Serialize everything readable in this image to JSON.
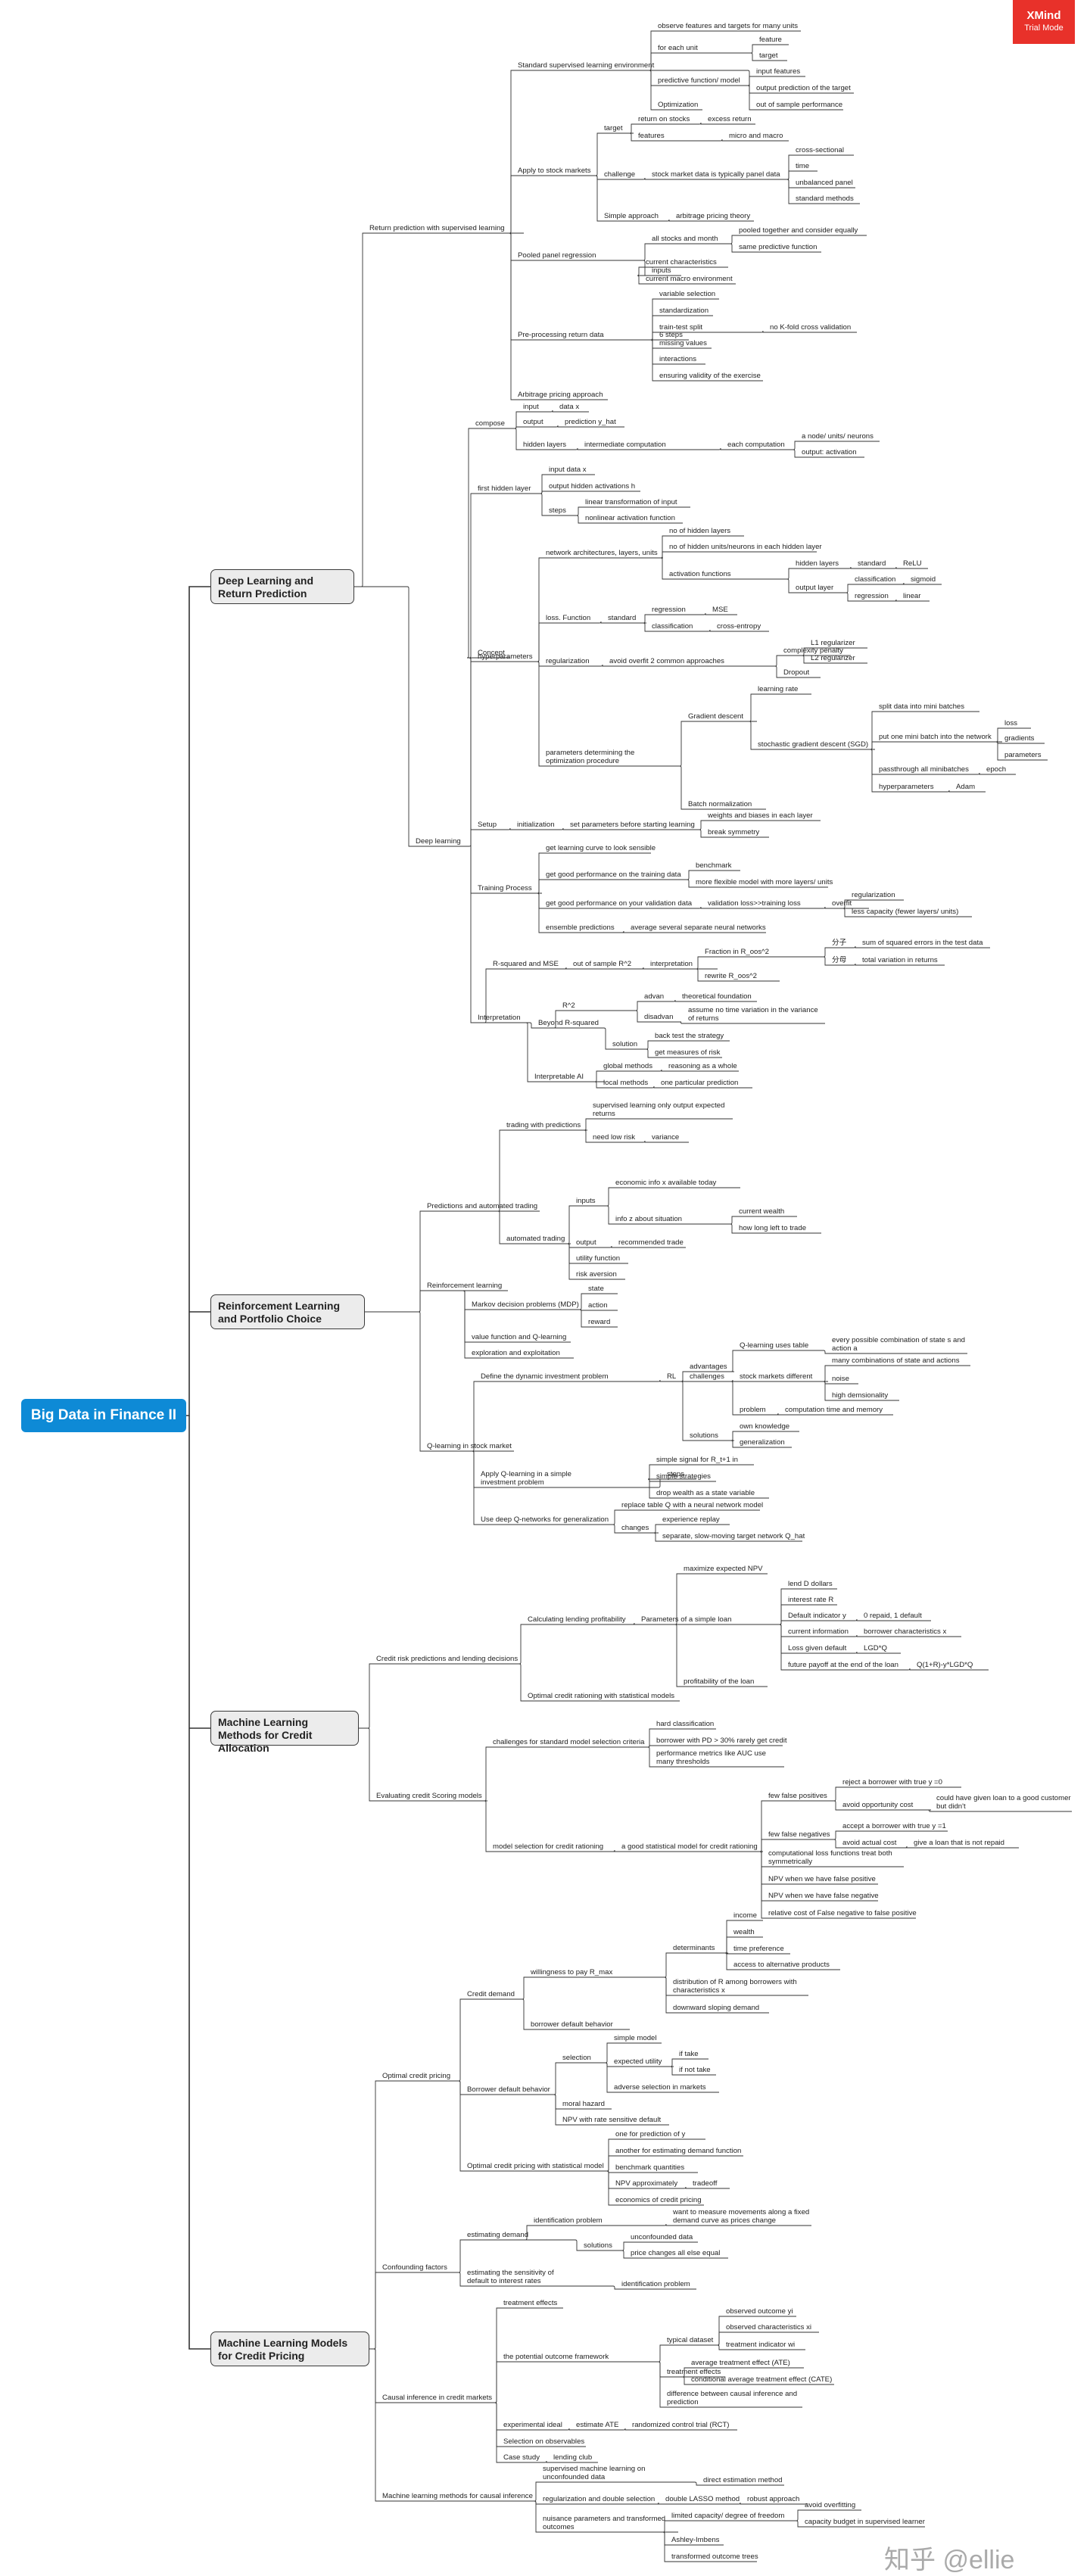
{
  "badge": {
    "brand": "XMind",
    "mode": "Trial Mode"
  },
  "watermark": "知乎 @ellie",
  "root": "Big Data in Finance II",
  "mains": [
    {
      "id": "m1",
      "text": "Deep Learning and Return Prediction"
    },
    {
      "id": "m2",
      "text": "Reinforcement Learning and Portfolio Choice"
    },
    {
      "id": "m3",
      "text": "Machine Learning Methods for Credit Allocation"
    },
    {
      "id": "m4",
      "text": "Machine Learning Models for Credit Pricing"
    }
  ],
  "nodes": [
    [
      "a1",
      "Return prediction with supervised learning"
    ],
    [
      "a2",
      "Standard supervised learning environment"
    ],
    [
      "a3",
      "observe features and targets for many units"
    ],
    [
      "a4",
      "for each unit"
    ],
    [
      "a5",
      "feature"
    ],
    [
      "a6",
      "target"
    ],
    [
      "a7",
      "predictive function/ model"
    ],
    [
      "a8",
      "input features"
    ],
    [
      "a9",
      "output prediction of the target"
    ],
    [
      "a10",
      "Optimization"
    ],
    [
      "a11",
      "out of sample performance"
    ],
    [
      "a12",
      "Apply to stock markets"
    ],
    [
      "a13",
      "target"
    ],
    [
      "a14",
      "return on stocks"
    ],
    [
      "a15",
      "excess return"
    ],
    [
      "a16",
      "features"
    ],
    [
      "a17",
      "micro and macro"
    ],
    [
      "a18",
      "challenge"
    ],
    [
      "a19",
      "stock market data is typically panel data"
    ],
    [
      "a20",
      "cross-sectional"
    ],
    [
      "a21",
      "time"
    ],
    [
      "a22",
      "unbalanced panel"
    ],
    [
      "a23",
      "standard methods"
    ],
    [
      "a24",
      "Simple approach"
    ],
    [
      "a25",
      "arbitrage pricing theory"
    ],
    [
      "a26",
      "Pooled panel regression"
    ],
    [
      "a27",
      "all stocks and month"
    ],
    [
      "a28",
      "pooled together and consider equally"
    ],
    [
      "a29",
      "same predictive function"
    ],
    [
      "a30",
      "inputs"
    ],
    [
      "a31",
      "current characteristics"
    ],
    [
      "a32",
      "current macro environment"
    ],
    [
      "a33",
      "Pre-processing return data"
    ],
    [
      "a34",
      "6 steps"
    ],
    [
      "a35",
      "variable selection"
    ],
    [
      "a36",
      "standardization"
    ],
    [
      "a37",
      "train-test split"
    ],
    [
      "a38",
      "no K-fold cross validation"
    ],
    [
      "a39",
      "missing values"
    ],
    [
      "a40",
      "interactions"
    ],
    [
      "a41",
      "ensuring validity of the exercise"
    ],
    [
      "a42",
      "Arbitrage pricing approach"
    ],
    [
      "b1",
      "Deep learning"
    ],
    [
      "b2",
      "Concept"
    ],
    [
      "b3",
      "compose"
    ],
    [
      "b4",
      "input"
    ],
    [
      "b5",
      "data x"
    ],
    [
      "b6",
      "output"
    ],
    [
      "b7",
      "prediction y_hat"
    ],
    [
      "b8",
      "hidden layers"
    ],
    [
      "b9",
      "intermediate computation"
    ],
    [
      "b10",
      "each computation"
    ],
    [
      "b11",
      "a node/ units/ neurons"
    ],
    [
      "b12",
      "output: activation"
    ],
    [
      "b13",
      "first hidden layer"
    ],
    [
      "b14",
      "input data x"
    ],
    [
      "b15",
      "output hidden activations h"
    ],
    [
      "b16",
      "steps"
    ],
    [
      "b17",
      "linear transformation of input"
    ],
    [
      "b18",
      "nonlinear activation function"
    ],
    [
      "b19",
      "hyperparameters"
    ],
    [
      "b20",
      "network architectures, layers, units"
    ],
    [
      "b21",
      "no of hidden layers"
    ],
    [
      "b22",
      "no of hidden units/neurons in each hidden layer"
    ],
    [
      "b23",
      "activation functions"
    ],
    [
      "b24",
      "hidden layers"
    ],
    [
      "b25",
      "standard"
    ],
    [
      "b26",
      "ReLU"
    ],
    [
      "b27",
      "output layer"
    ],
    [
      "b28",
      "classification"
    ],
    [
      "b29",
      "sigmoid"
    ],
    [
      "b30",
      "regression"
    ],
    [
      "b31",
      "linear"
    ],
    [
      "b32",
      "loss. Function"
    ],
    [
      "b33",
      "standard"
    ],
    [
      "b34",
      "regression"
    ],
    [
      "b35",
      "MSE"
    ],
    [
      "b36",
      "classification"
    ],
    [
      "b37",
      "cross-entropy"
    ],
    [
      "b38",
      "regularization"
    ],
    [
      "b39",
      "avoid overfit 2 common approaches"
    ],
    [
      "b40",
      "complexity penalty"
    ],
    [
      "b41",
      "L1 regularizer"
    ],
    [
      "b42",
      "L2 regularizer"
    ],
    [
      "b43",
      "Dropout"
    ],
    [
      "b44",
      "parameters determining the optimization procedure"
    ],
    [
      "b45",
      "Gradient descent"
    ],
    [
      "b46",
      "learning rate"
    ],
    [
      "b47",
      "stochastic gradient descent (SGD)"
    ],
    [
      "b48",
      "split data into mini batches"
    ],
    [
      "b49",
      "put one mini batch into the network"
    ],
    [
      "b50",
      "loss"
    ],
    [
      "b51",
      "gradients"
    ],
    [
      "b52",
      "parameters"
    ],
    [
      "b53",
      "passthrough all minibatches"
    ],
    [
      "b54",
      "epoch"
    ],
    [
      "b55",
      "hyperparameters"
    ],
    [
      "b56",
      "Adam"
    ],
    [
      "b57",
      "Batch normalization"
    ],
    [
      "b58",
      "Setup"
    ],
    [
      "b59",
      "initialization"
    ],
    [
      "b60",
      "set parameters before starting learning"
    ],
    [
      "b61",
      "weights and biases in each layer"
    ],
    [
      "b62",
      "break symmetry"
    ],
    [
      "b63",
      "Training Process"
    ],
    [
      "b64",
      "get learning curve to look sensible"
    ],
    [
      "b65",
      "get good performance on the training data"
    ],
    [
      "b66",
      "benchmark"
    ],
    [
      "b67",
      "more flexible model with more layers/ units"
    ],
    [
      "b68",
      "get good performance on your validation data"
    ],
    [
      "b69",
      "validation loss>>training loss"
    ],
    [
      "b70",
      "overfit"
    ],
    [
      "b71",
      "regularization"
    ],
    [
      "b72",
      "less capacity (fewer layers/ units)"
    ],
    [
      "b73",
      "ensemble predictions"
    ],
    [
      "b74",
      "average several separate neural networks"
    ],
    [
      "b75",
      "Interpretation"
    ],
    [
      "b76",
      "R-squared and MSE"
    ],
    [
      "b77",
      "out of sample R^2"
    ],
    [
      "b78",
      "interpretation"
    ],
    [
      "b79",
      "Fraction in R_oos^2"
    ],
    [
      "b80",
      "分子"
    ],
    [
      "b81",
      "sum of squared errors in the test data"
    ],
    [
      "b82",
      "分母"
    ],
    [
      "b83",
      "total variation in returns"
    ],
    [
      "b84",
      "rewrite R_oos^2"
    ],
    [
      "b85",
      "Beyond R-squared"
    ],
    [
      "b86",
      "R^2"
    ],
    [
      "b87",
      "advan"
    ],
    [
      "b88",
      "theoretical foundation"
    ],
    [
      "b89",
      "disadvan"
    ],
    [
      "b90",
      "assume no time variation in the variance of returns"
    ],
    [
      "b91",
      "solution"
    ],
    [
      "b92",
      "back test the strategy"
    ],
    [
      "b93",
      "get measures of risk"
    ],
    [
      "b94",
      "Interpretable AI"
    ],
    [
      "b95",
      "global methods"
    ],
    [
      "b96",
      "reasoning as a whole"
    ],
    [
      "b97",
      "local methods"
    ],
    [
      "b98",
      "one particular prediction"
    ],
    [
      "c1",
      "Predictions and automated trading"
    ],
    [
      "c2",
      "trading with predictions"
    ],
    [
      "c3",
      "supervised learning only output expected returns"
    ],
    [
      "c4",
      "need low risk"
    ],
    [
      "c5",
      "variance"
    ],
    [
      "c6",
      "automated trading"
    ],
    [
      "c7",
      "inputs"
    ],
    [
      "c8",
      "economic info x available today"
    ],
    [
      "c9",
      "info z about situation"
    ],
    [
      "c10",
      "current wealth"
    ],
    [
      "c11",
      "how long left to trade"
    ],
    [
      "c12",
      "output"
    ],
    [
      "c13",
      "recommended trade"
    ],
    [
      "c14",
      "utility function"
    ],
    [
      "c15",
      "risk aversion"
    ],
    [
      "c16",
      "Reinforcement learning"
    ],
    [
      "c17",
      "Markov decision problems (MDP)"
    ],
    [
      "c18",
      "state"
    ],
    [
      "c19",
      "action"
    ],
    [
      "c20",
      "reward"
    ],
    [
      "c21",
      "value function and Q-learning"
    ],
    [
      "c22",
      "exploration and exploitation"
    ],
    [
      "c23",
      "Q-learning in stock market"
    ],
    [
      "c24",
      "Define the dynamic investment problem"
    ],
    [
      "c25",
      "RL"
    ],
    [
      "c26",
      "advantages"
    ],
    [
      "c27",
      "Q-learning uses table"
    ],
    [
      "c28",
      "every possible combination of state s and action a"
    ],
    [
      "c29",
      "challenges"
    ],
    [
      "c30",
      "stock markets different"
    ],
    [
      "c31",
      "many combinations of state and actions"
    ],
    [
      "c32",
      "noise"
    ],
    [
      "c33",
      "high demsionality"
    ],
    [
      "c34",
      "problem"
    ],
    [
      "c35",
      "computation time and memory"
    ],
    [
      "c36",
      "solutions"
    ],
    [
      "c37",
      "own knowledge"
    ],
    [
      "c38",
      "generalization"
    ],
    [
      "c39",
      "Apply Q-learning in a simple investment problem"
    ],
    [
      "c40",
      "steps"
    ],
    [
      "c41",
      "simple signal for R_t+1 in"
    ],
    [
      "c42",
      "simple strategies"
    ],
    [
      "c43",
      "drop wealth as a state variable"
    ],
    [
      "c44",
      "Use deep Q-networks for generalization"
    ],
    [
      "c45",
      "replace table Q with a neural network model"
    ],
    [
      "c46",
      "changes"
    ],
    [
      "c47",
      "experience replay"
    ],
    [
      "c48",
      "separate, slow-moving target network Q_hat"
    ],
    [
      "d1",
      "Credit risk predictions and lending decisions"
    ],
    [
      "d2",
      "Calculating lending profitability"
    ],
    [
      "d3",
      "maximize expected NPV"
    ],
    [
      "d4",
      "Parameters of a simple loan"
    ],
    [
      "d5",
      "lend D dollars"
    ],
    [
      "d6",
      "interest rate R"
    ],
    [
      "d7",
      "Default indicator y"
    ],
    [
      "d8",
      "0 repaid, 1 default"
    ],
    [
      "d9",
      "current information"
    ],
    [
      "d10",
      "borrower characteristics x"
    ],
    [
      "d11",
      "Loss given default"
    ],
    [
      "d12",
      "LGD*Q"
    ],
    [
      "d13",
      "future payoff at the end of the loan"
    ],
    [
      "d14",
      "Q(1+R)-y*LGD*Q"
    ],
    [
      "d15",
      "profitability of the loan"
    ],
    [
      "d16",
      "Optimal credit rationing with statistical models"
    ],
    [
      "d17",
      "Evaluating credit Scoring models"
    ],
    [
      "d18",
      "challenges for standard model selection criteria"
    ],
    [
      "d19",
      "hard classification"
    ],
    [
      "d20",
      "borrower with PD > 30% rarely get credit"
    ],
    [
      "d21",
      "performance metrics like AUC use many thresholds"
    ],
    [
      "d22",
      "model selection for credit rationing"
    ],
    [
      "d23",
      "a good statistical model for credit rationing"
    ],
    [
      "d24",
      "few false positives"
    ],
    [
      "d25",
      "reject a borrower with true y =0"
    ],
    [
      "d26",
      "avoid opportunity cost"
    ],
    [
      "d27",
      "could have given loan to a good customer but didn't"
    ],
    [
      "d28",
      "few false negatives"
    ],
    [
      "d29",
      "accept a borrower with true y =1"
    ],
    [
      "d30",
      "avoid actual cost"
    ],
    [
      "d31",
      "give a loan that is not repaid"
    ],
    [
      "d32",
      "computational loss functions treat both symmetrically"
    ],
    [
      "d33",
      "NPV when we have false positive"
    ],
    [
      "d34",
      "NPV when we have false negative"
    ],
    [
      "d35",
      "relative cost of False negative to false positive"
    ],
    [
      "e1",
      "Optimal credit pricing"
    ],
    [
      "e2",
      "Credit demand"
    ],
    [
      "e3",
      "willingness to pay R_max"
    ],
    [
      "e4",
      "determinants"
    ],
    [
      "e5",
      "income"
    ],
    [
      "e6",
      "wealth"
    ],
    [
      "e7",
      "time preference"
    ],
    [
      "e8",
      "access to alternative products"
    ],
    [
      "e9",
      "distribution of R among borrowers with characteristics x"
    ],
    [
      "e10",
      "downward sloping demand"
    ],
    [
      "e11",
      "borrower default behavior"
    ],
    [
      "e12",
      "Borrower default behavior"
    ],
    [
      "e13",
      "selection"
    ],
    [
      "e14",
      "simple model"
    ],
    [
      "e15",
      "expected utility"
    ],
    [
      "e16",
      "if take"
    ],
    [
      "e17",
      "if not take"
    ],
    [
      "e18",
      "adverse selection in markets"
    ],
    [
      "e19",
      "moral hazard"
    ],
    [
      "e20",
      "NPV with rate sensitive default"
    ],
    [
      "e21",
      "Optimal credit pricing with statistical model"
    ],
    [
      "e22",
      "one for prediction of y"
    ],
    [
      "e23",
      "another for estimating demand function"
    ],
    [
      "e24",
      "benchmark quantities"
    ],
    [
      "e25",
      "NPV approximately"
    ],
    [
      "e26",
      "tradeoff"
    ],
    [
      "e27",
      "economics of credit pricing"
    ],
    [
      "e28",
      "Confounding factors"
    ],
    [
      "e29",
      "estimating demand"
    ],
    [
      "e30",
      "identification problem"
    ],
    [
      "e31",
      "want to measure movements along a fixed demand curve as prices change"
    ],
    [
      "e32",
      "solutions"
    ],
    [
      "e33",
      "unconfounded data"
    ],
    [
      "e34",
      "price changes all else equal"
    ],
    [
      "e35",
      "estimating the sensitivity of default to interest rates"
    ],
    [
      "e36",
      "identification problem"
    ],
    [
      "e37",
      "Causal inference in credit markets"
    ],
    [
      "e38",
      "treatment effects"
    ],
    [
      "e39",
      "the potential outcome framework"
    ],
    [
      "e40",
      "typical dataset"
    ],
    [
      "e41",
      "observed outcome yi"
    ],
    [
      "e42",
      "observed characteristics xi"
    ],
    [
      "e43",
      "treatment indicator wi"
    ],
    [
      "e44",
      "treatment effects"
    ],
    [
      "e45",
      "average treatment effect (ATE)"
    ],
    [
      "e46",
      "conditional average treatment effect (CATE)"
    ],
    [
      "e47",
      "difference between causal inference and prediction"
    ],
    [
      "e48",
      "experimental ideal"
    ],
    [
      "e49",
      "estimate ATE"
    ],
    [
      "e50",
      "randomized control trial (RCT)"
    ],
    [
      "e51",
      "Selection on observables"
    ],
    [
      "e52",
      "Case study"
    ],
    [
      "e53",
      "lending club"
    ],
    [
      "e54",
      "Machine learning methods for causal inference"
    ],
    [
      "e55",
      "supervised machine learning on unconfounded data"
    ],
    [
      "e56",
      "direct estimation method"
    ],
    [
      "e57",
      "regularization and double selection"
    ],
    [
      "e58",
      "double LASSO method"
    ],
    [
      "e59",
      "robust approach"
    ],
    [
      "e60",
      "nuisance parameters and transformed outcomes"
    ],
    [
      "e61",
      "limited capacity/ degree of freedom"
    ],
    [
      "e62",
      "avoid overfitting"
    ],
    [
      "e63",
      "capacity budget in supervised learner"
    ],
    [
      "e64",
      "Ashley-Imbens"
    ],
    [
      "e65",
      "transformed outcome trees"
    ]
  ]
}
